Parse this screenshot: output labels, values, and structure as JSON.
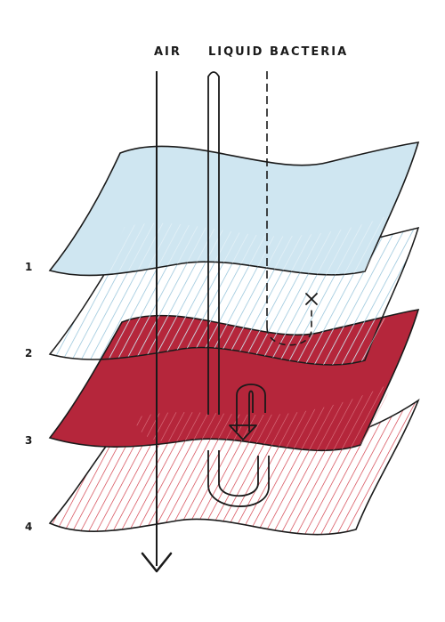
{
  "labels": {
    "air": "AIR",
    "liquid": "LIQUID",
    "bacteria": "BACTERIA"
  },
  "layers": [
    {
      "number": "1"
    },
    {
      "number": "2"
    },
    {
      "number": "3"
    },
    {
      "number": "4"
    }
  ],
  "colors": {
    "layer_light_blue": "#cfe6f1",
    "hatch_blue": "#8fc0d8",
    "layer_red": "#b5263b",
    "hatch_red": "#d0323f",
    "outline": "#1a1a1a",
    "background": "#ffffff"
  },
  "icons": {
    "air_arrow": "arrow-down-icon",
    "liquid_path": "u-turn-pipe-icon",
    "bacteria_blocked": "x-mark-icon"
  }
}
